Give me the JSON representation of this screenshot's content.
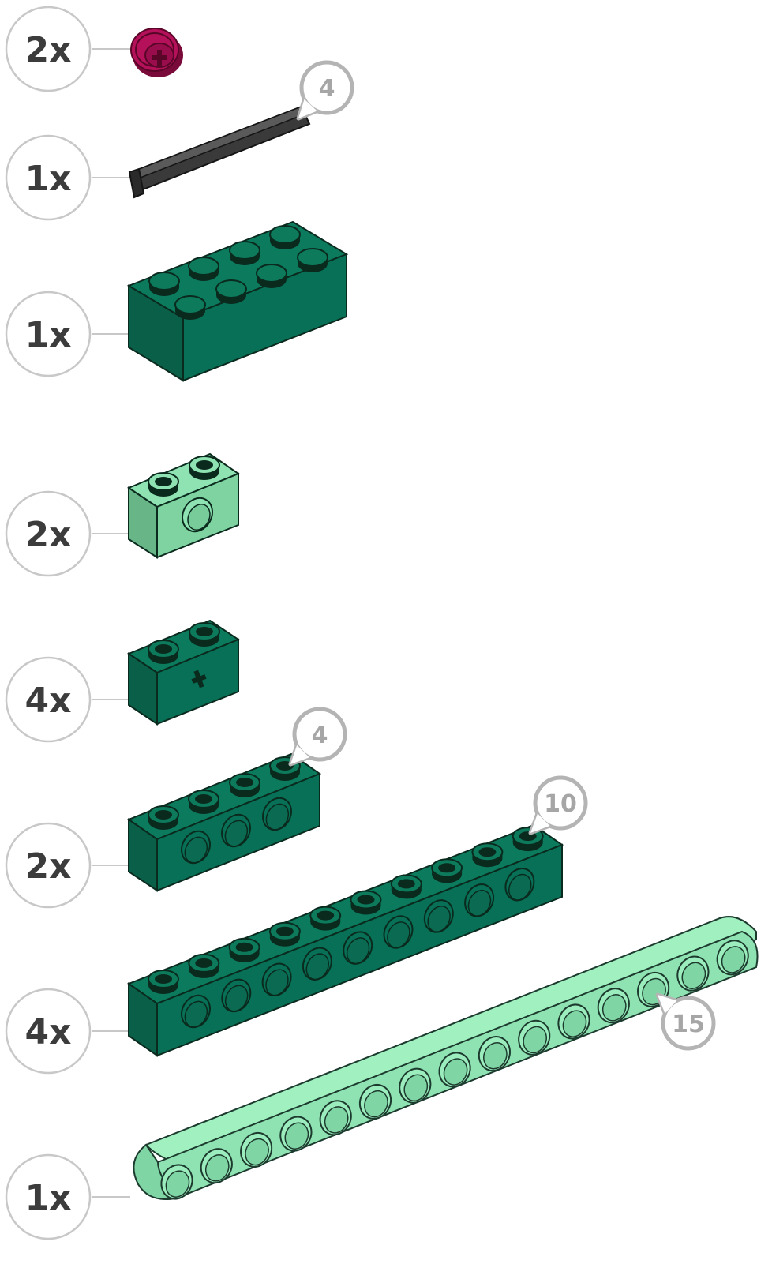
{
  "parts_list": {
    "items": [
      {
        "qty": "2x",
        "part": "bush"
      },
      {
        "qty": "1x",
        "part": "axle",
        "length": "4"
      },
      {
        "qty": "1x",
        "part": "brick-2x4"
      },
      {
        "qty": "2x",
        "part": "technic-brick-1x2-round-hole"
      },
      {
        "qty": "4x",
        "part": "technic-brick-1x2-axle-hole"
      },
      {
        "qty": "2x",
        "part": "technic-brick-1x4",
        "length": "4"
      },
      {
        "qty": "4x",
        "part": "technic-brick-1x10",
        "length": "10"
      },
      {
        "qty": "1x",
        "part": "technic-beam-15",
        "length": "15"
      }
    ]
  },
  "colors": {
    "dark_green": "#077056",
    "light_green": "#80d9a5",
    "beam_green": "#a0f0c0",
    "magenta": "#b5115a",
    "axle_gray": "#4a4a4a",
    "outline": "#0a2a1e",
    "qty_circle": "#c8c8c8",
    "length_callout": "#b4b4b4"
  }
}
